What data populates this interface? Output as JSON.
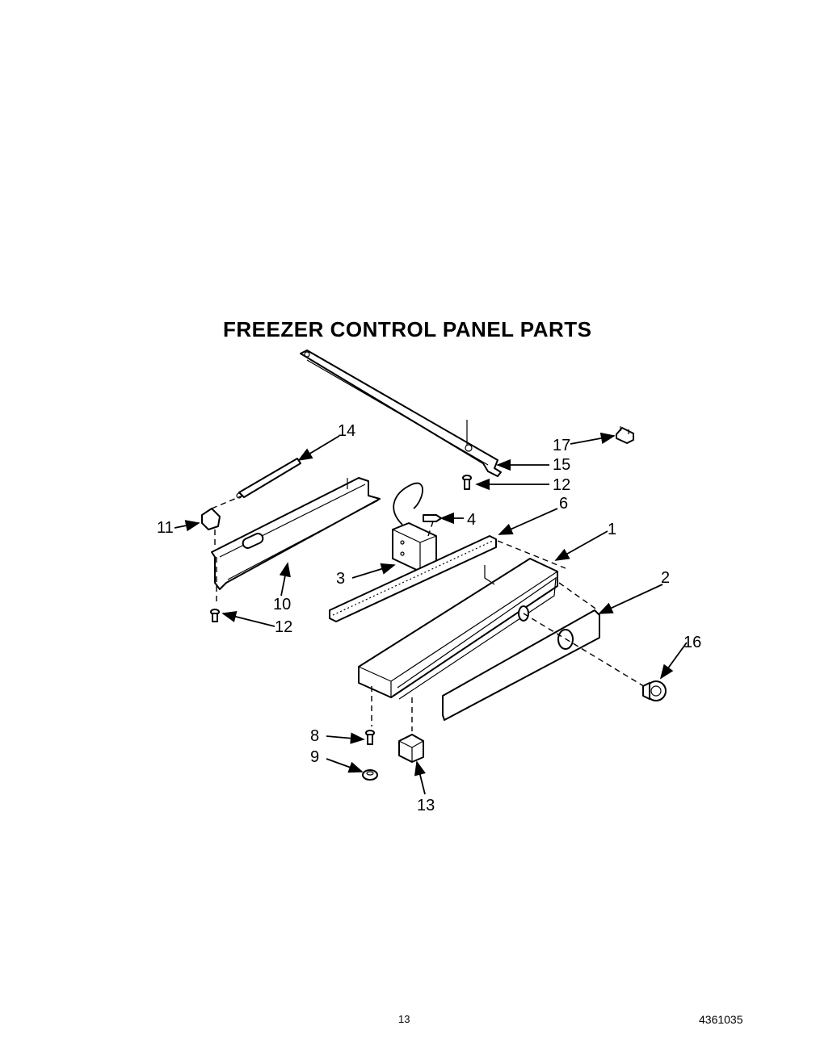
{
  "title": "FREEZER CONTROL PANEL PARTS",
  "page_number": "13",
  "document_number": "4361035",
  "callouts": [
    {
      "id": "c1",
      "label": "1"
    },
    {
      "id": "c2",
      "label": "2"
    },
    {
      "id": "c3",
      "label": "3"
    },
    {
      "id": "c4",
      "label": "4"
    },
    {
      "id": "c6",
      "label": "6"
    },
    {
      "id": "c8",
      "label": "8"
    },
    {
      "id": "c9",
      "label": "9"
    },
    {
      "id": "c10",
      "label": "10"
    },
    {
      "id": "c11",
      "label": "11"
    },
    {
      "id": "c12a",
      "label": "12"
    },
    {
      "id": "c12b",
      "label": "12"
    },
    {
      "id": "c13",
      "label": "13"
    },
    {
      "id": "c14",
      "label": "14"
    },
    {
      "id": "c15",
      "label": "15"
    },
    {
      "id": "c16",
      "label": "16"
    },
    {
      "id": "c17",
      "label": "17"
    }
  ]
}
